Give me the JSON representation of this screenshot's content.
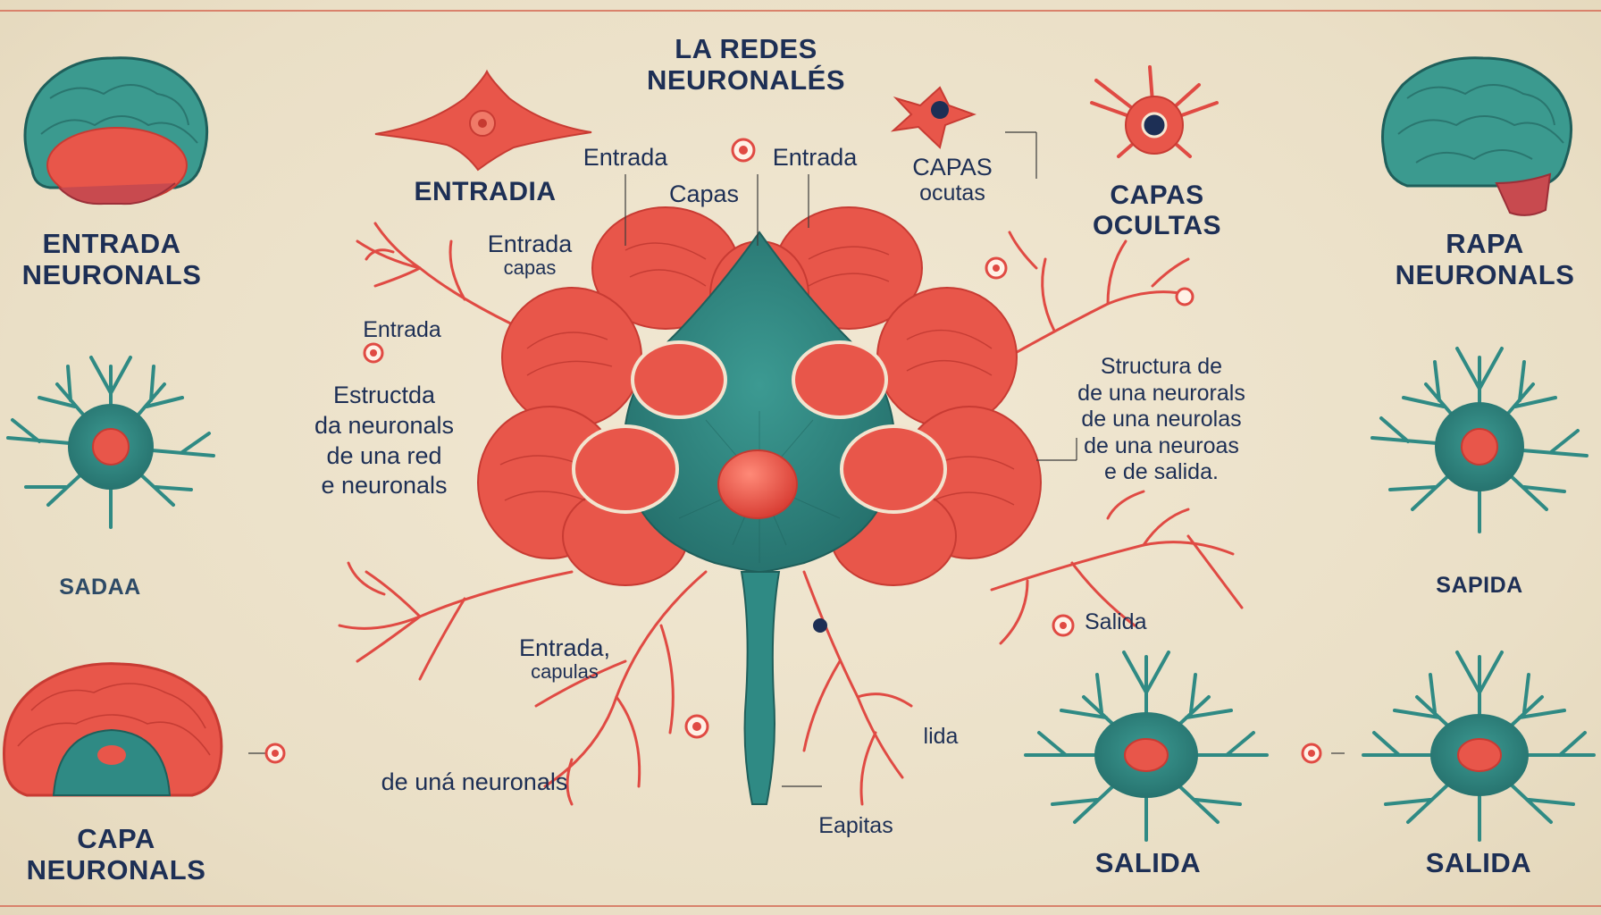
{
  "title": {
    "line1": "LA REDES",
    "line2": "NEURONALÉS"
  },
  "colors": {
    "teal": "#2f8a84",
    "coral": "#e8564a",
    "navy": "#1d2f55",
    "background": "#ece2cc"
  },
  "labels": {
    "left_top_line1": "ENTRADA",
    "left_top_line2": "NEURONALS",
    "left_mid": "SADAA",
    "left_bottom_line1": "CAPA",
    "left_bottom_line2": "NEURONALS",
    "entrada_heading": "ENTRADIA",
    "entrada_top": "Entrada",
    "entrada_top2": "Entrada",
    "capas_top": "Capas",
    "entrada_capas_1": "Entrada",
    "entrada_capas_2": "capas",
    "entrada_left": "Entrada",
    "estructura_1": "Estructda",
    "estructura_2": "da neuronals",
    "estructura_3": "de una red",
    "estructura_4": "e neuronals",
    "entrada_capulas_1": "Entrada,",
    "entrada_capulas_2": "capulas",
    "de_una": "de uná neuronals",
    "eapitas": "Eapitas",
    "lida": "lida",
    "capas_ocultas_small_1": "CAPAS",
    "capas_ocultas_small_2": "ocutas",
    "capas_ocultas_1": "CAPAS",
    "capas_ocultas_2": "OCULTAS",
    "structura_1": "Structura de",
    "structura_2": "de una neurorals",
    "structura_3": "de una neurolas",
    "structura_4": "de una neuroas",
    "structura_5": "e de salida.",
    "salida_mid": "Salida",
    "salida_bottom": "SALIDA",
    "right_top_line1": "RAPA",
    "right_top_line2": "NEURONALS",
    "right_mid": "SAPIDA",
    "right_bottom": "SALIDA"
  }
}
